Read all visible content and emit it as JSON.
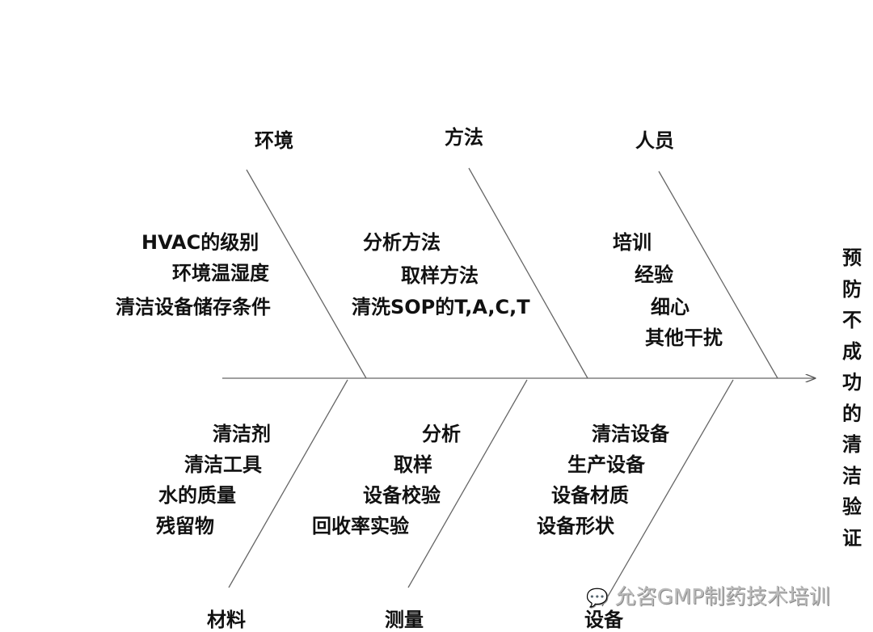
{
  "effect": "预防不成功的清洁验证",
  "categories": {
    "environment": {
      "label": "环境",
      "causes": [
        "HVAC的级别",
        "环境温湿度",
        "清洁设备储存条件"
      ]
    },
    "method": {
      "label": "方法",
      "causes": [
        "分析方法",
        "取样方法",
        "清洗SOP的T,A,C,T"
      ]
    },
    "people": {
      "label": "人员",
      "causes": [
        "培训",
        "经验",
        "细心",
        "其他干扰"
      ]
    },
    "material": {
      "label": "材料",
      "causes": [
        "清洁剂",
        "清洁工具",
        "水的质量",
        "残留物"
      ]
    },
    "measurement": {
      "label": "测量",
      "causes": [
        "分析",
        "取样",
        "设备校验",
        "回收率实验"
      ]
    },
    "equipment": {
      "label": "设备",
      "causes": [
        "清洁设备",
        "生产设备",
        "设备材质",
        "设备形状"
      ]
    }
  },
  "watermark": "允咨GMP制药技术培训"
}
